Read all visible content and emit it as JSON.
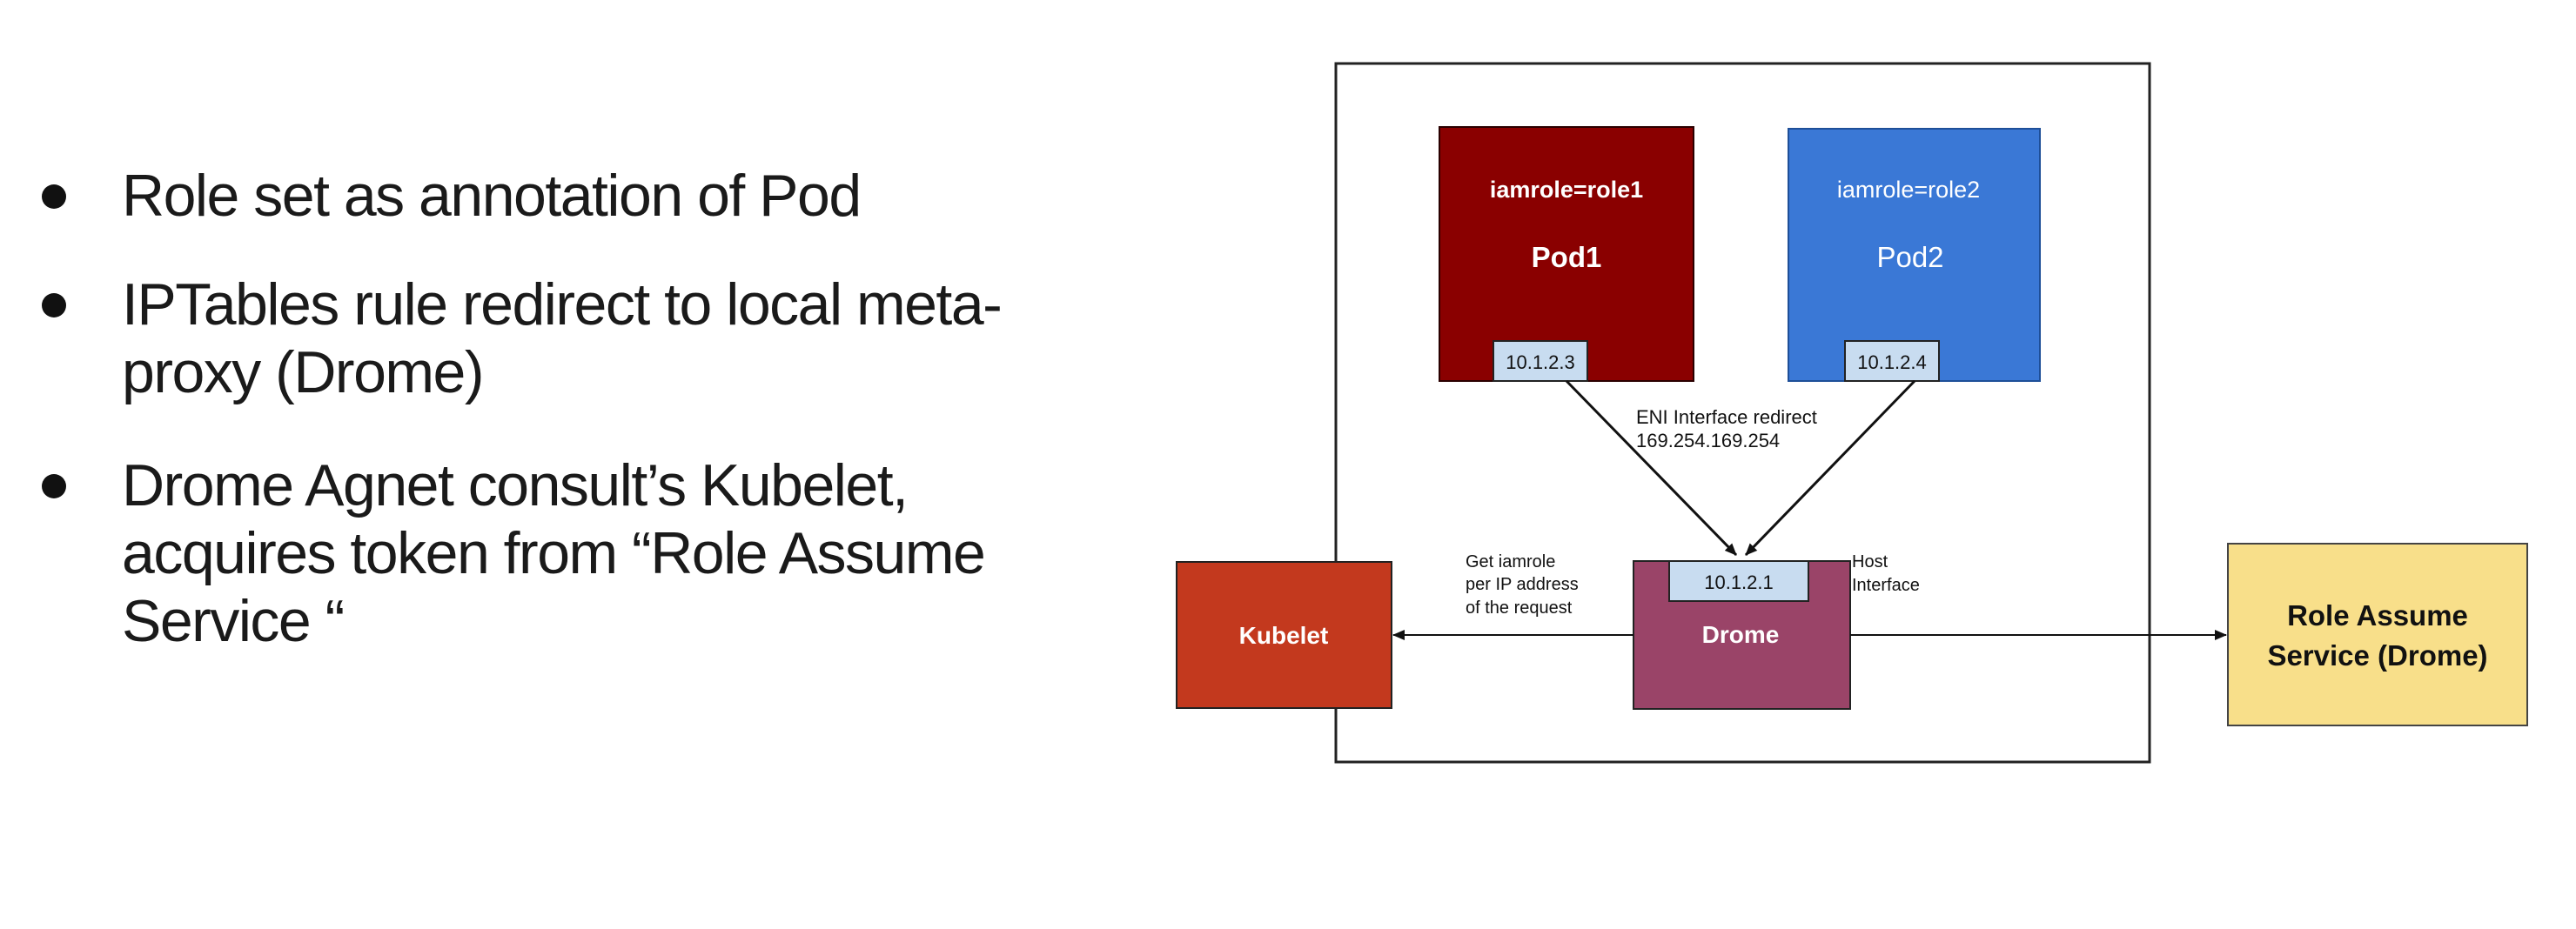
{
  "bullets": [
    {
      "lines": [
        "Role set as annotation of Pod"
      ]
    },
    {
      "lines": [
        "IPTables rule redirect to local meta-",
        "proxy (Drome)"
      ]
    },
    {
      "lines": [
        "Drome Agnet consult’s Kubelet,",
        "acquires token from “Role Assume",
        "Service “"
      ]
    }
  ],
  "diagram": {
    "pod1": {
      "annotation": "iamrole=role1",
      "name": "Pod1",
      "ip": "10.1.2.3"
    },
    "pod2": {
      "annotation": "iamrole=role2",
      "name": "Pod2",
      "ip": "10.1.2.4"
    },
    "eni_redirect": {
      "line1": "ENI Interface redirect",
      "line2": "169.254.169.254"
    },
    "drome": {
      "name": "Drome",
      "ip": "10.1.2.1"
    },
    "host_interface": {
      "line1": "Host",
      "line2": "Interface"
    },
    "get_iamrole": {
      "line1": "Get iamrole",
      "line2": "per IP address",
      "line3": "of the request"
    },
    "kubelet": {
      "name": "Kubelet"
    },
    "role_assume": {
      "line1": "Role Assume",
      "line2": "Service (Drome)"
    }
  },
  "colors": {
    "pod1_fill": "#8a0000",
    "pod2_fill": "#3a78d6",
    "ip_tag_fill": "#c8dcf0",
    "drome_fill": "#9a4468",
    "kubelet_fill": "#c3391e",
    "role_assume_fill": "#f8df8a",
    "frame_stroke": "#222222"
  }
}
